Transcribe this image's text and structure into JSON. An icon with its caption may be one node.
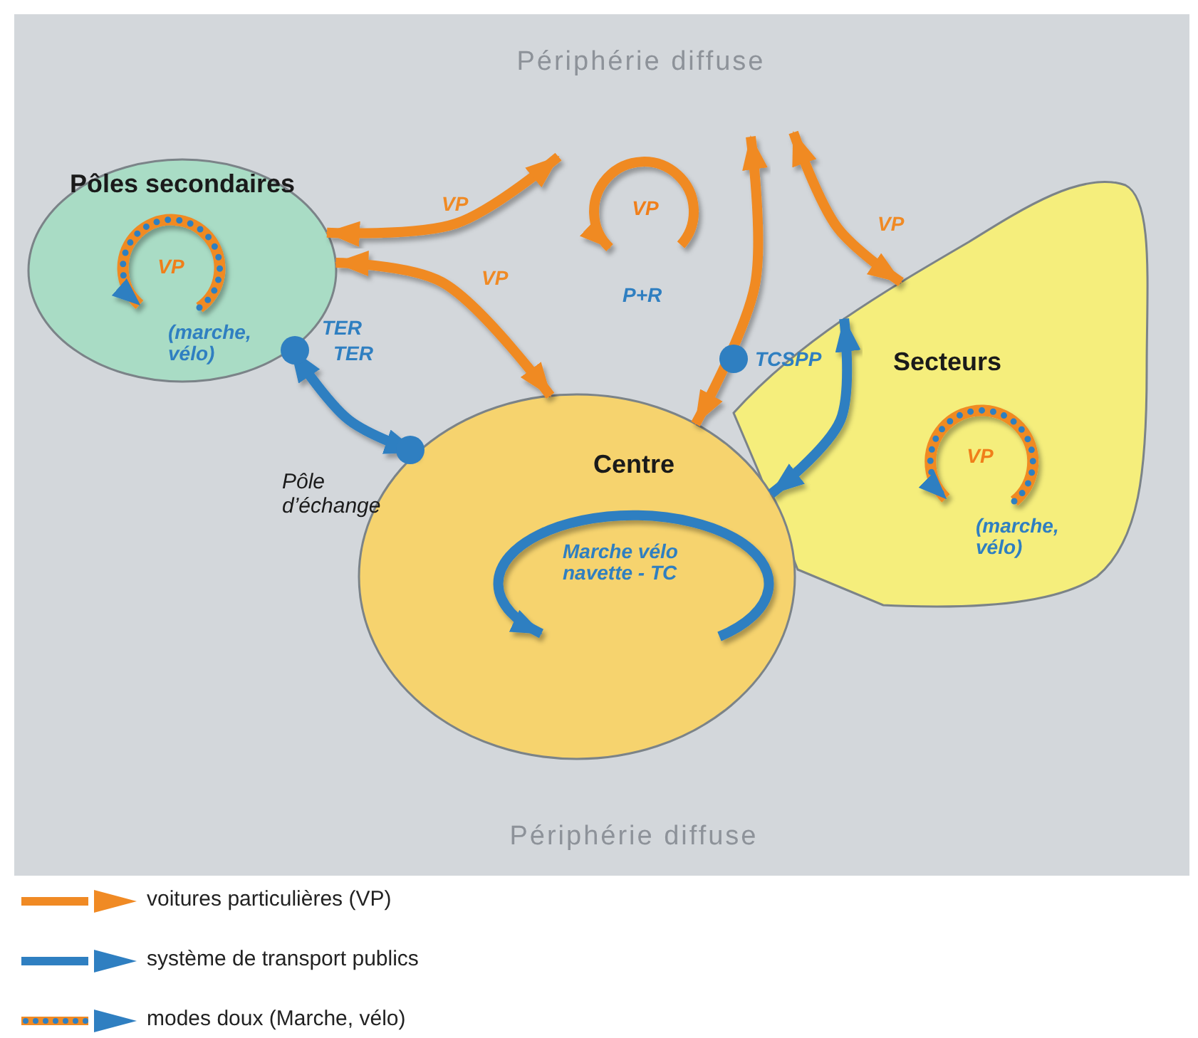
{
  "diagram": {
    "nodes": [
      {
        "text": [
          "Pôles secondaires",
          "VP",
          "(marche, vélo)"
        ]
      },
      {
        "text": [
          "Centre",
          "Marche vélo navette - TC"
        ]
      },
      {
        "text": [
          "Secteurs",
          "VP",
          "(marche, vélo)"
        ]
      }
    ],
    "edges": [
      {
        "from": 0,
        "to": null,
        "arrow": "both",
        "label": "VP"
      },
      {
        "from": 0,
        "to": 1,
        "arrow": "both",
        "label": "VP"
      },
      {
        "from": 0,
        "to": 1,
        "arrow": "both",
        "label": "TER",
        "color": "#2f7fc1"
      },
      {
        "from": 1,
        "to": null,
        "arrow": "both"
      },
      {
        "from": 2,
        "to": null,
        "arrow": "both",
        "label": "VP"
      },
      {
        "from": 1,
        "to": 2,
        "arrow": "both",
        "color": "#2f7fc1"
      }
    ],
    "labels": [
      "Périphérie diffuse",
      "VP",
      "P+R",
      "TER",
      "TCSPP",
      "Pôle d’échange",
      "Périphérie diffuse"
    ],
    "legend": [
      {
        "text": "voitures particulières (VP)"
      },
      {
        "text": "système de transport publics"
      },
      {
        "text": "modes doux (Marche, vélo)"
      }
    ]
  }
}
